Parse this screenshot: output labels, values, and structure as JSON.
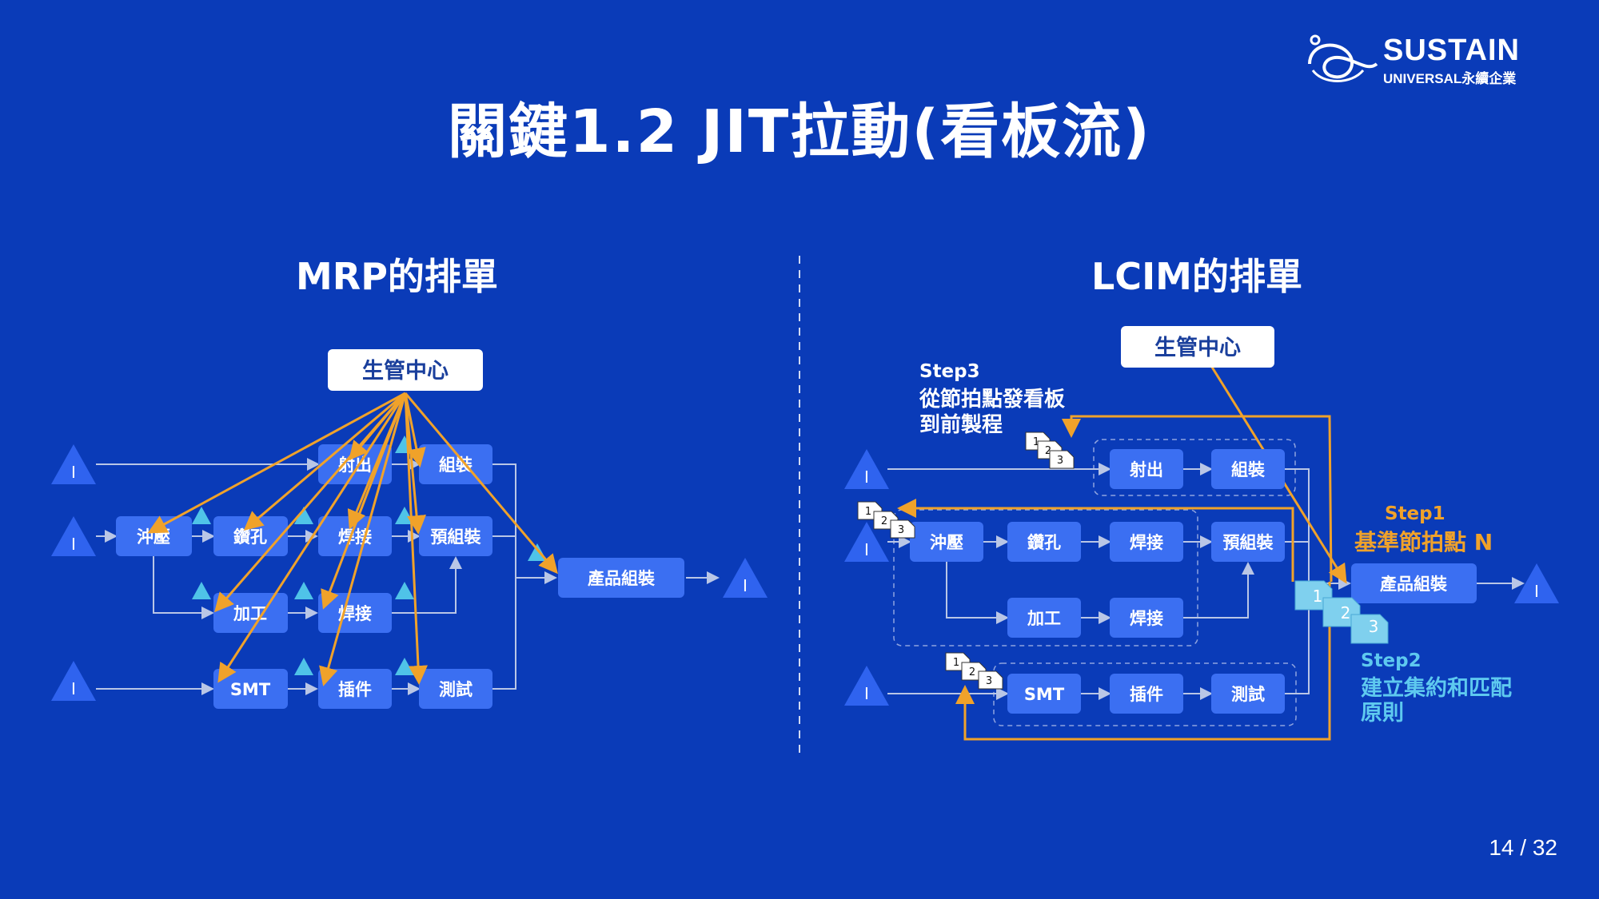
{
  "title": "關鍵1.2 JIT拉動(看板流)",
  "logo": {
    "main": "SUSTAIN",
    "sub": "UNIVERSAL永續企業"
  },
  "page": "14  /  32",
  "left": {
    "heading": "MRP的排單",
    "center": "生管中心",
    "inv": "I",
    "boxes": {
      "shot": "射出",
      "asm": "組裝",
      "punch": "沖壓",
      "drill": "鑽孔",
      "weld1": "焊接",
      "preasm": "預組裝",
      "machine": "加工",
      "weld2": "焊接",
      "smt": "SMT",
      "insert": "插件",
      "test": "測試",
      "product": "產品組裝"
    }
  },
  "right": {
    "heading": "LCIM的排單",
    "center": "生管中心",
    "inv": "I",
    "step3": {
      "label": "Step3",
      "line1": "從節拍點發看板",
      "line2": "到前製程"
    },
    "step1": {
      "label": "Step1",
      "text": "基準節拍點 N"
    },
    "step2": {
      "label": "Step2",
      "line1": "建立集約和匹配",
      "line2": "原則"
    },
    "kanban": [
      "1",
      "2",
      "3"
    ],
    "boxes": {
      "shot": "射出",
      "asm": "組裝",
      "punch": "沖壓",
      "drill": "鑽孔",
      "weld1": "焊接",
      "preasm": "預組裝",
      "machine": "加工",
      "weld2": "焊接",
      "smt": "SMT",
      "insert": "插件",
      "test": "測試",
      "product": "產品組裝"
    }
  },
  "colors": {
    "bg": "#0a3bb8",
    "box": "#3b6ff2",
    "arrow": "#f0a22a",
    "tri": "#2f63ef",
    "triSmall": "#4fc3e8",
    "step2": "#5ec9ef",
    "step1": "#f0a22a"
  }
}
